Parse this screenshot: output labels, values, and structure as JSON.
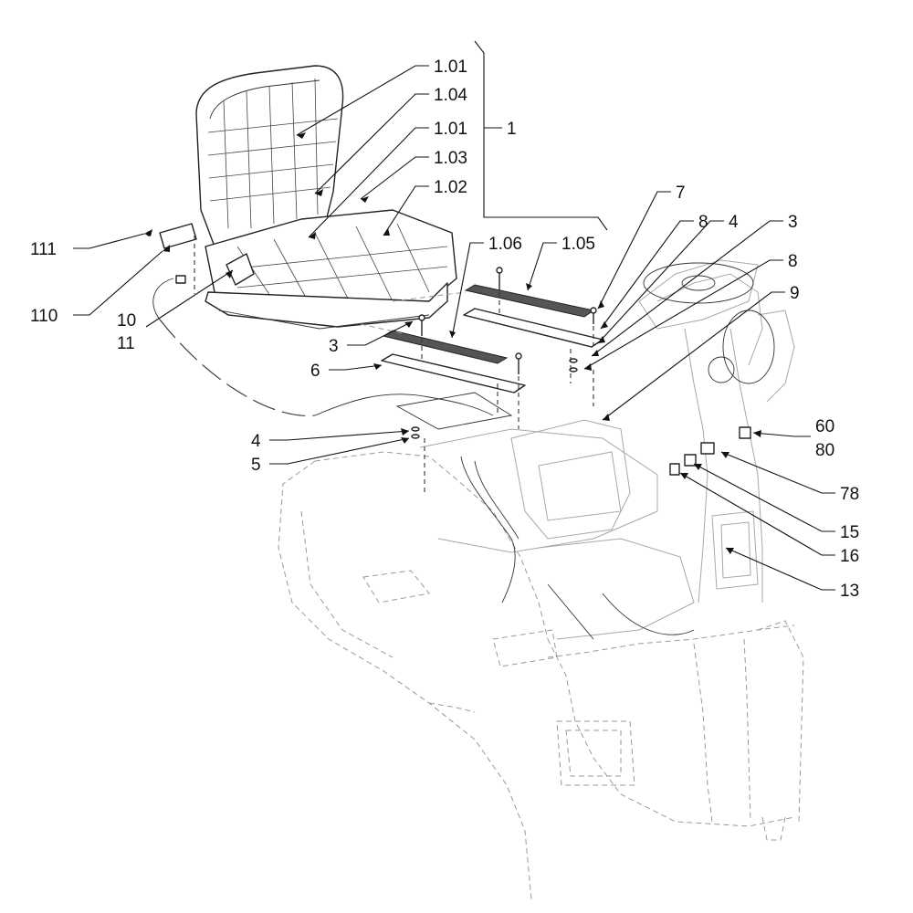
{
  "labels": {
    "l_1_01_top": "1.01",
    "l_1_04": "1.04",
    "l_1_01_mid": "1.01",
    "l_1_03": "1.03",
    "l_1_02": "1.02",
    "l_1": "1",
    "l_7": "7",
    "l_8_a": "8",
    "l_4_a": "4",
    "l_3_a": "3",
    "l_8_b": "8",
    "l_9": "9",
    "l_1_06": "1.06",
    "l_1_05": "1.05",
    "l_111": "111",
    "l_110": "110",
    "l_10": "10",
    "l_11": "11",
    "l_3_b": "3",
    "l_6": "6",
    "l_4_b": "4",
    "l_5": "5",
    "l_60": "60",
    "l_80": "80",
    "l_78": "78",
    "l_15": "15",
    "l_16": "16",
    "l_13": "13"
  }
}
